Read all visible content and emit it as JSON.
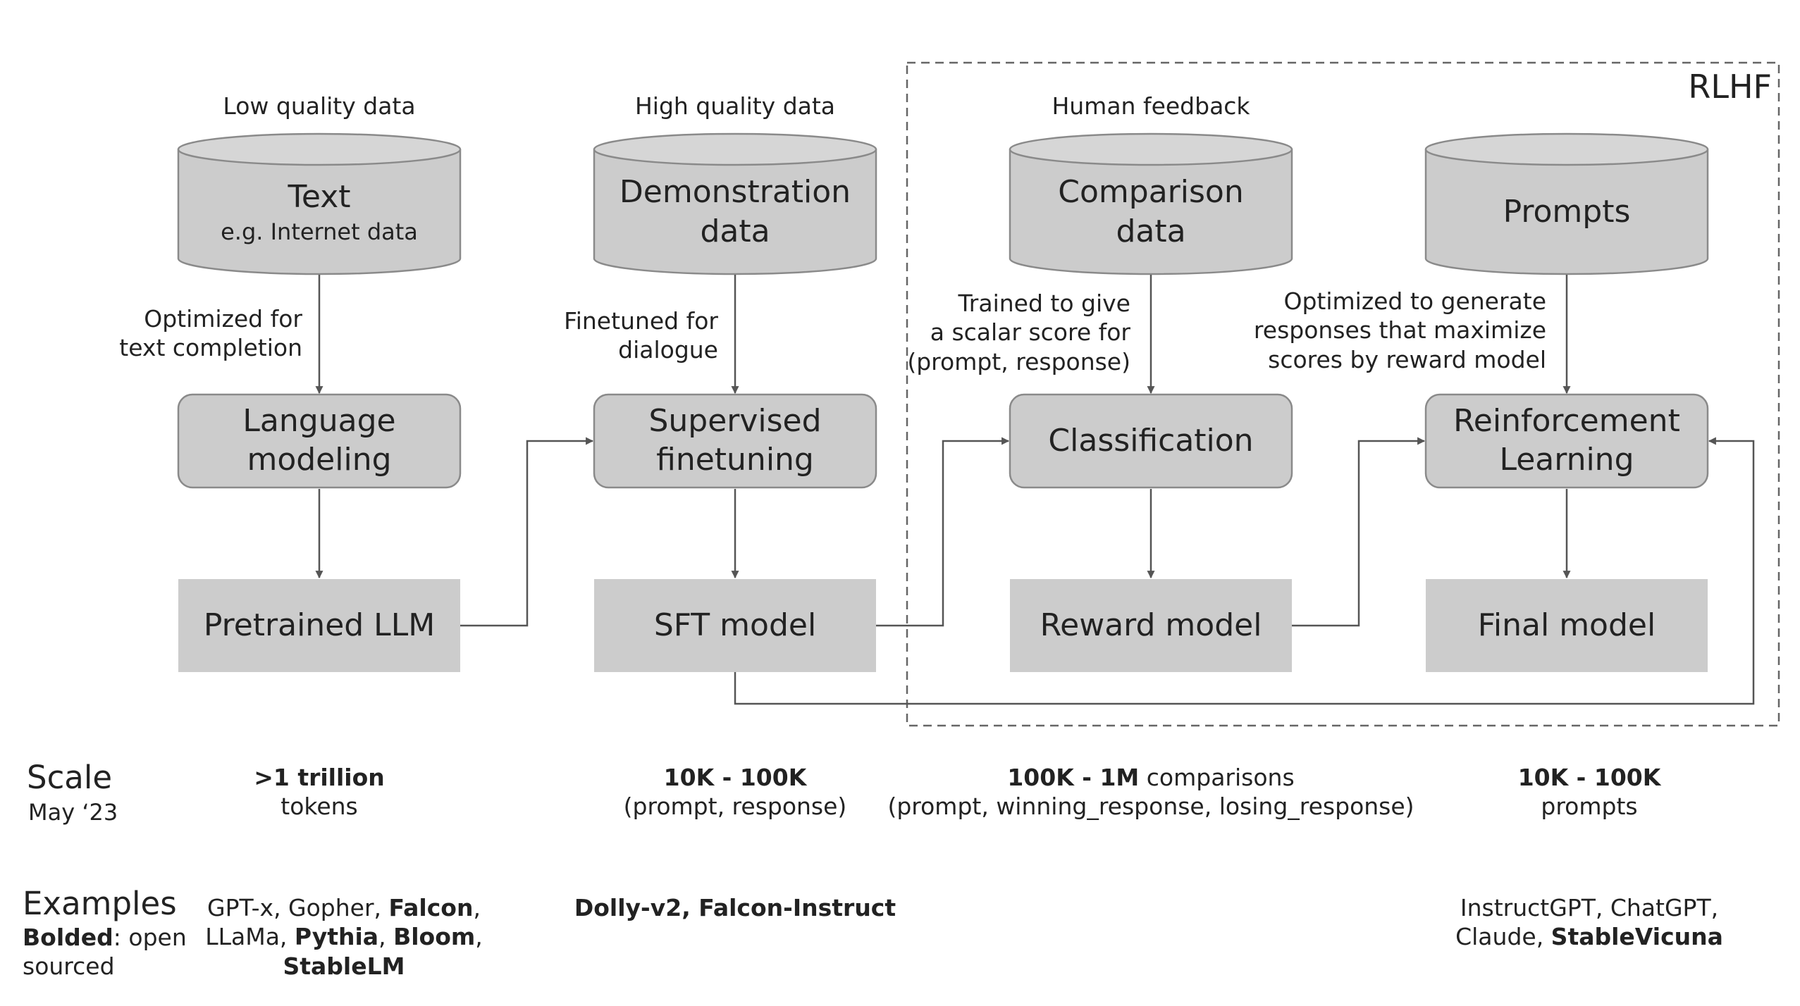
{
  "rlhf_label": "RLHF",
  "data_sources": [
    {
      "caption": "Low quality data",
      "line1": "Text",
      "line2": "e.g. Internet data"
    },
    {
      "caption": "High quality data",
      "line1": "Demonstration",
      "line2": "data"
    },
    {
      "caption": "Human feedback",
      "line1": "Comparison",
      "line2": "data"
    },
    {
      "caption": "",
      "line1": "Prompts",
      "line2": ""
    }
  ],
  "edge_labels": [
    {
      "line1": "Optimized for",
      "line2": "text completion",
      "line3": ""
    },
    {
      "line1": "Finetuned for",
      "line2": "dialogue",
      "line3": ""
    },
    {
      "line1": "Trained to give",
      "line2": "a scalar score for",
      "line3": "(prompt, response)"
    },
    {
      "line1": "Optimized to generate",
      "line2": "responses that maximize",
      "line3": "scores by reward model"
    }
  ],
  "processes": [
    {
      "line1": "Language",
      "line2": "modeling"
    },
    {
      "line1": "Supervised",
      "line2": "finetuning"
    },
    {
      "line1": "Classification",
      "line2": ""
    },
    {
      "line1": "Reinforcement",
      "line2": "Learning"
    }
  ],
  "models": [
    "Pretrained LLM",
    "SFT model",
    "Reward model",
    "Final model"
  ],
  "scale": {
    "title": "Scale",
    "subtitle": "May ‘23",
    "columns": [
      {
        "bold": ">1 trillion",
        "rest": "",
        "line2": "tokens"
      },
      {
        "bold": "10K - 100K",
        "rest": "",
        "line2": "(prompt, response)"
      },
      {
        "bold": "100K - 1M",
        "rest": " comparisons",
        "line2": "(prompt, winning_response, losing_response)"
      },
      {
        "bold": "10K - 100K",
        "rest": "",
        "line2": "prompts"
      }
    ]
  },
  "examples": {
    "title": "Examples",
    "legend_bold": "Bolded",
    "legend_rest": ": open",
    "legend_line2": "sourced",
    "col1": {
      "line1_plain": "GPT-x, Gopher, ",
      "line1_bold": "Falcon",
      "line1_end": ",",
      "line2_plain": "LLaMa, ",
      "line2_bold1": "Pythia",
      "line2_sep": ", ",
      "line2_bold2": "Bloom",
      "line2_end": ",",
      "line3_bold": "StableLM"
    },
    "col2": {
      "bold": "Dolly-v2, Falcon-Instruct"
    },
    "col4": {
      "line1": "InstructGPT, ChatGPT,",
      "line2_plain": "Claude, ",
      "line2_bold": "StableVicuna"
    }
  },
  "colors": {
    "box": "#cccccc",
    "border": "#8a8a8a",
    "arrow": "#555555",
    "dash": "#666666",
    "text": "#222222"
  }
}
